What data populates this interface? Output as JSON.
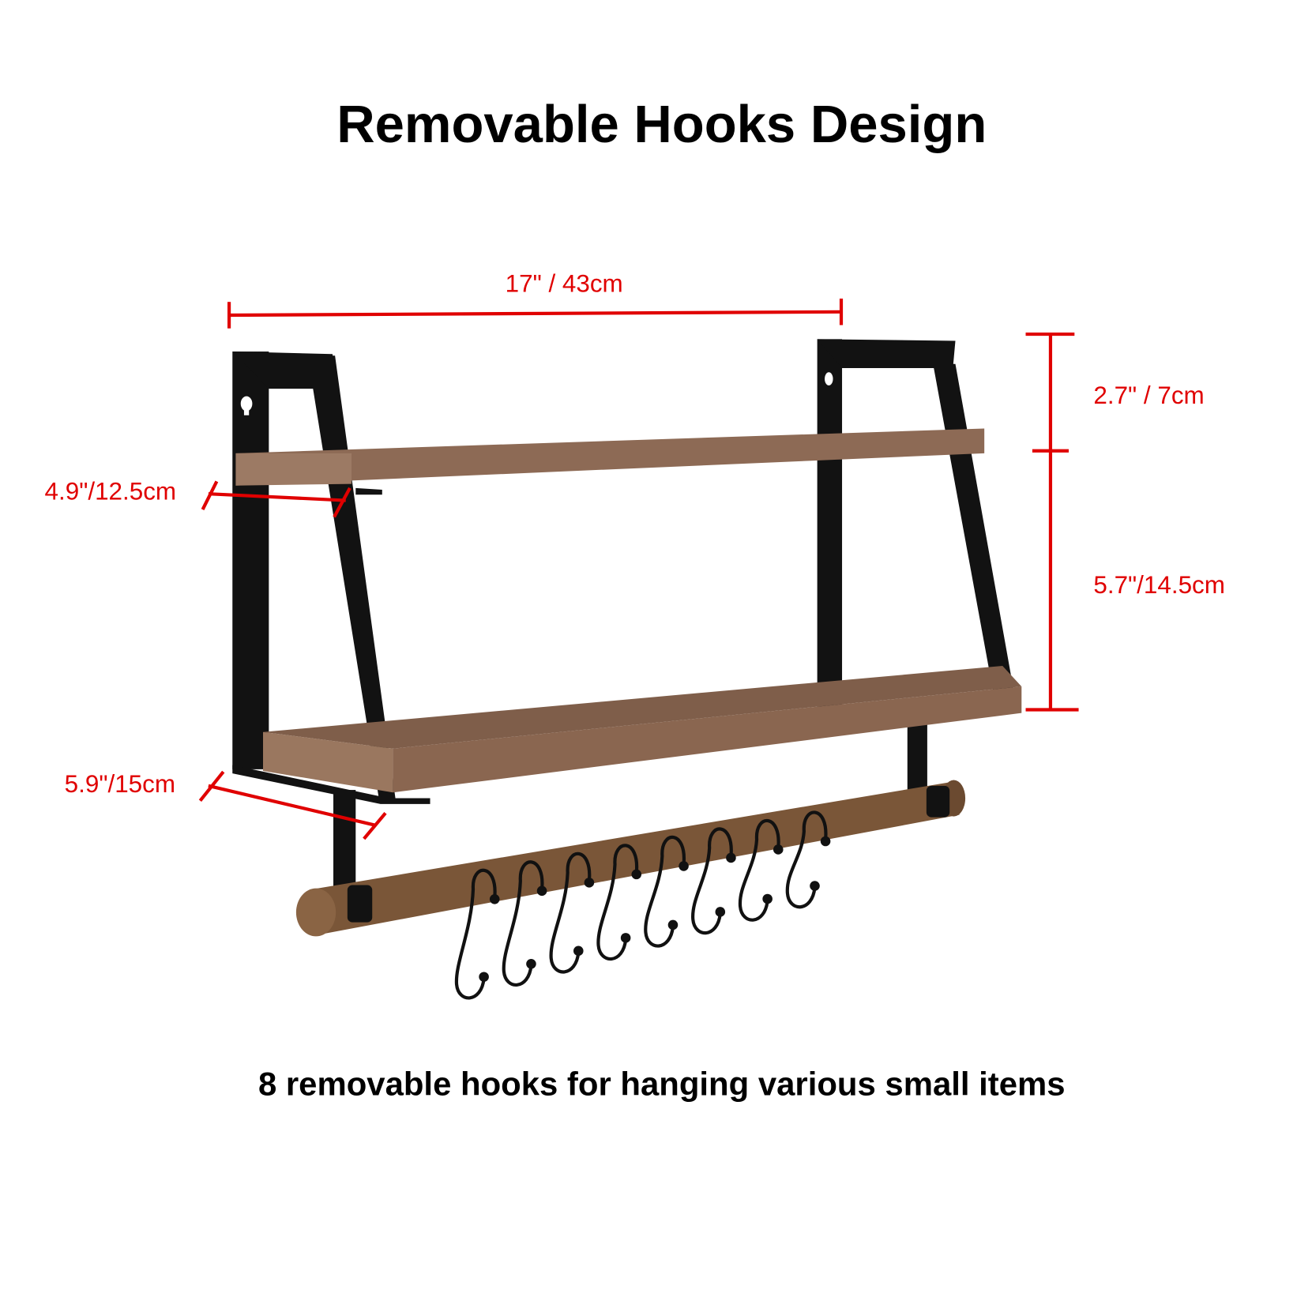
{
  "title": "Removable Hooks Design",
  "caption": "8 removable hooks for hanging various small items",
  "dimensions": {
    "width": "17\" / 43cm",
    "top_height": "2.7\" / 7cm",
    "shelf_spacing": "5.7\"/14.5cm",
    "top_depth": "4.9\"/12.5cm",
    "bottom_depth": "5.9\"/15cm"
  },
  "hook_count": 8,
  "colors": {
    "dimension": "#e00000",
    "wood": "#8a6650",
    "metal": "#121212"
  }
}
